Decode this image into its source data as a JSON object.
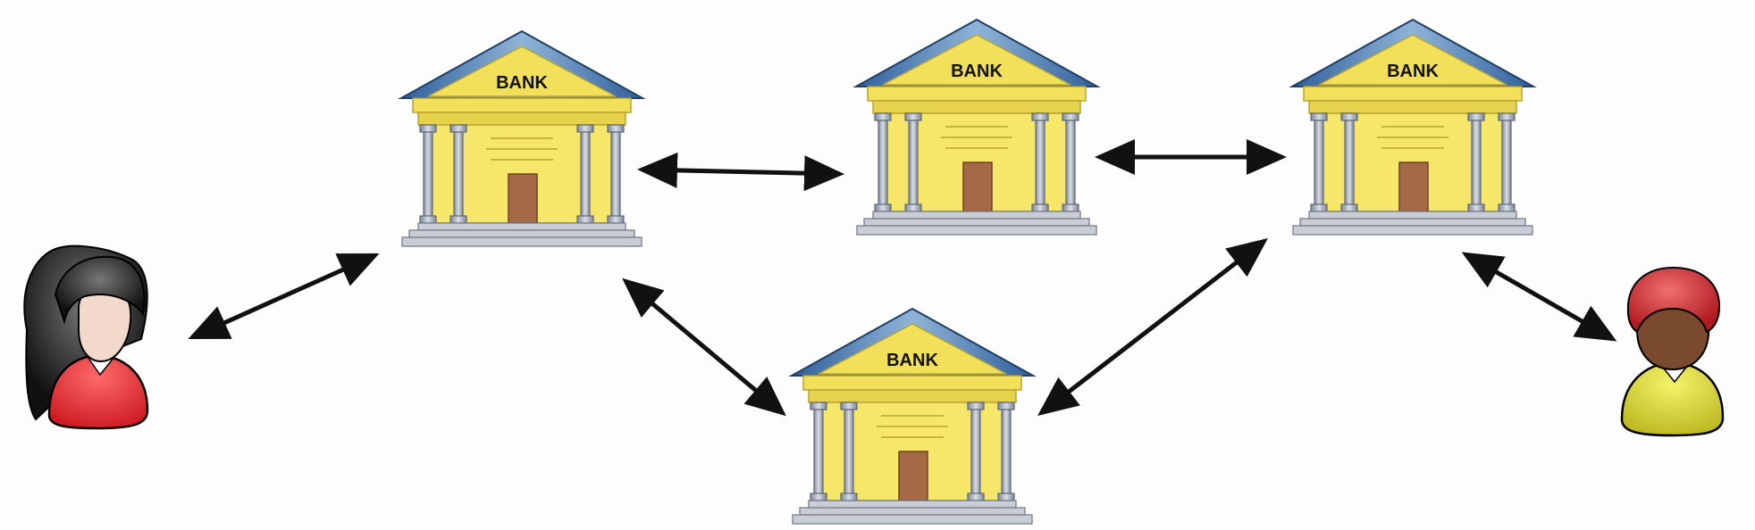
{
  "diagram": {
    "banks": [
      {
        "id": "bank-top-left",
        "label": "BANK"
      },
      {
        "id": "bank-top-center",
        "label": "BANK"
      },
      {
        "id": "bank-top-right",
        "label": "BANK"
      },
      {
        "id": "bank-bottom-center",
        "label": "BANK"
      }
    ],
    "people": [
      {
        "id": "person-left",
        "icon": "woman-icon"
      },
      {
        "id": "person-right",
        "icon": "man-icon"
      }
    ],
    "links": [
      {
        "from": "person-left",
        "to": "bank-top-left"
      },
      {
        "from": "bank-top-left",
        "to": "bank-top-center"
      },
      {
        "from": "bank-top-center",
        "to": "bank-top-right"
      },
      {
        "from": "bank-top-left",
        "to": "bank-bottom-center"
      },
      {
        "from": "bank-bottom-center",
        "to": "bank-top-right"
      },
      {
        "from": "bank-top-right",
        "to": "person-right"
      }
    ],
    "colors": {
      "bank_body": "#f3e05a",
      "bank_roof": "#2f5f9a",
      "column": "#9aa4b3",
      "door": "#a56a45",
      "arrow": "#111111",
      "woman_shirt": "#e0262c",
      "woman_hair": "#1a1a1a",
      "man_cap": "#d8262c",
      "man_shirt": "#d7d42a",
      "man_skin": "#7a4a2f",
      "woman_skin": "#f2d9cc"
    }
  }
}
